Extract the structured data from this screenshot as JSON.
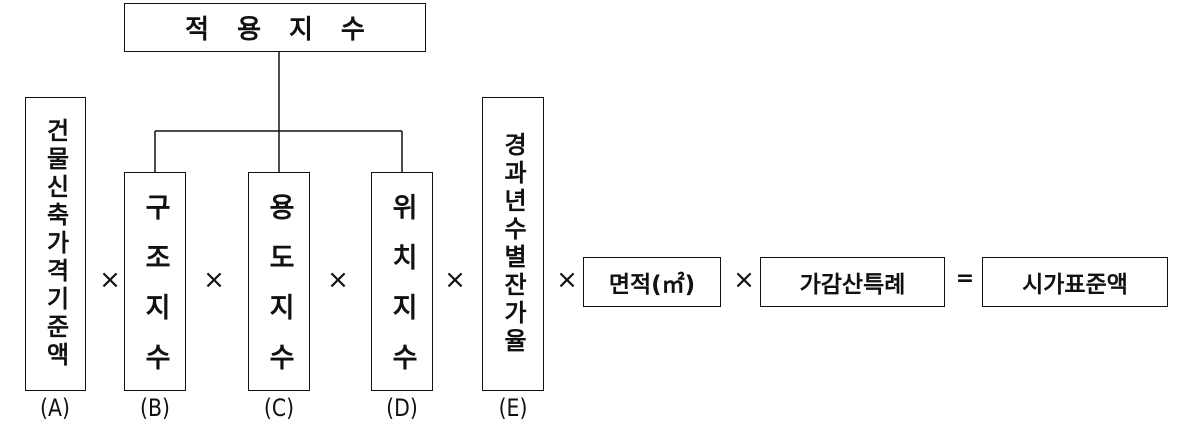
{
  "diagram": {
    "top_label": "적용지수",
    "factors": [
      {
        "id": "A",
        "label": "건물신축가격기준액",
        "letter": "(A)"
      },
      {
        "id": "B",
        "label": "구조지수",
        "letter": "(B)"
      },
      {
        "id": "C",
        "label": "용도지수",
        "letter": "(C)"
      },
      {
        "id": "D",
        "label": "위치지수",
        "letter": "(D)"
      },
      {
        "id": "E",
        "label": "경과년수별잔가율",
        "letter": "(E)"
      }
    ],
    "area": "면적(㎡)",
    "special": "가감산특례",
    "result": "시가표준액",
    "operators": {
      "multiply": "×",
      "equals": "="
    }
  }
}
